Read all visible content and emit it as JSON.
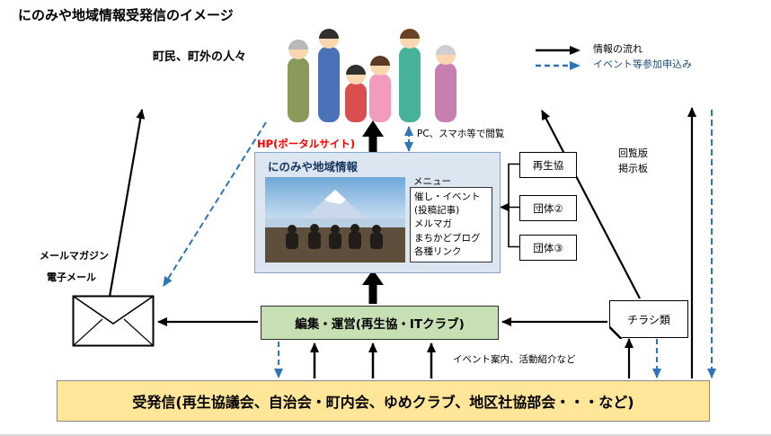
{
  "title": "にのみや地域情報受発信のイメージ",
  "legend": {
    "solid_label": "情報の流れ",
    "dashed_label": "イベント等参加申込み"
  },
  "people": {
    "label": "町民、町外の人々"
  },
  "browse_label": "PC、スマホ等で閲覧",
  "portal": {
    "hp_label": "HP(ポータルサイト)",
    "title": "にのみや地域情報",
    "menu_title": "メニュー",
    "menu_items": [
      "催し・イベント",
      "(投稿記事)",
      "メルマガ",
      "まちかどブログ",
      "各種リンク"
    ]
  },
  "org_boxes": [
    {
      "label": "再生協"
    },
    {
      "label": "団体②"
    },
    {
      "label": "団体③"
    }
  ],
  "kairan": {
    "line1": "回覧版",
    "line2": "掲示板"
  },
  "mail": {
    "mailmag_label": "メールマガジン",
    "email_label": "電子メール"
  },
  "chirashi_label": "チラシ類",
  "editing_label": "編集・運営(再生協・ITクラブ)",
  "event_info_label": "イベント案内、活動紹介など",
  "bottom_label": "受発信(再生協議会、自治会・町内会、ゆめクラブ、地区社協部会・・・など)",
  "colors": {
    "hp_label": "#ff0000",
    "portal_box_bg": "#dce6f1",
    "editing_box_bg": "#c6e0b4",
    "bottom_box_bg": "#ffe699",
    "arrow_black": "#000000",
    "arrow_blue": "#2e75b6"
  }
}
